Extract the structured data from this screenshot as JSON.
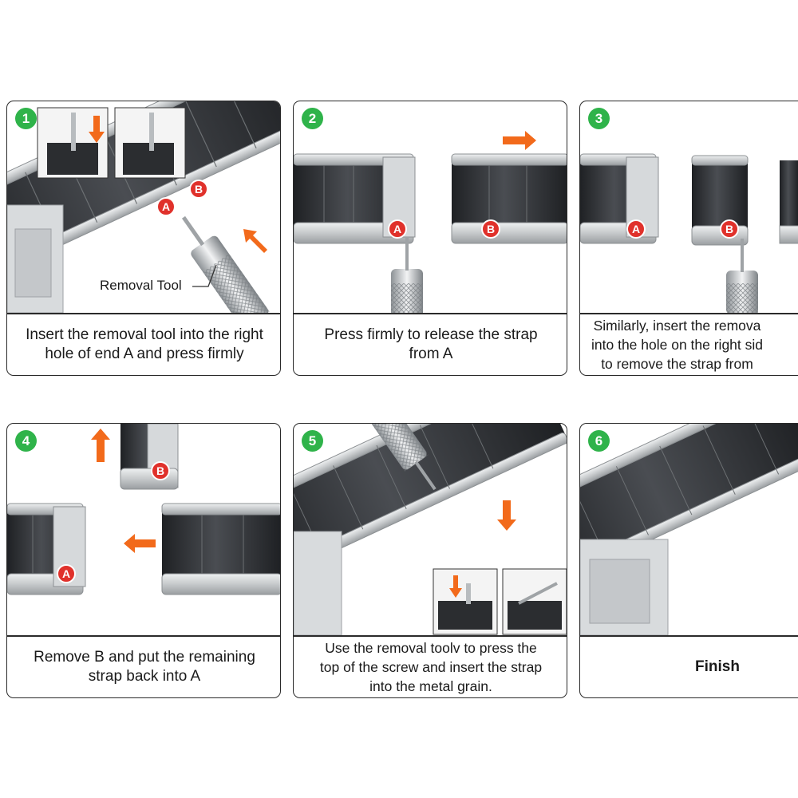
{
  "steps": [
    {
      "number": "1",
      "caption_line1": "Insert the removal tool into the right",
      "caption_line2": "hole of end A and press firmly",
      "tool_label": "Removal Tool",
      "markers": [
        "A",
        "B"
      ]
    },
    {
      "number": "2",
      "caption_line1": "Press firmly to release the strap",
      "caption_line2": "from A",
      "markers": [
        "A",
        "B"
      ]
    },
    {
      "number": "3",
      "caption_line1": "Similarly, insert the remova",
      "caption_line2": "into the hole on the right sid",
      "caption_line3": "to remove the strap from",
      "markers": [
        "A",
        "B"
      ]
    },
    {
      "number": "4",
      "caption_line1": "Remove B and put the remaining",
      "caption_line2": "strap back into A",
      "markers": [
        "B",
        "A"
      ]
    },
    {
      "number": "5",
      "caption_line1": "Use the removal toolv to press the",
      "caption_line2": "top of the screw and insert the strap",
      "caption_line3": "into the metal grain."
    },
    {
      "number": "6",
      "caption_line1": "Finish"
    }
  ],
  "colors": {
    "step_badge": "#2fb34a",
    "marker": "#e0312b",
    "arrow": "#f26a1b",
    "dark_link": "#2e3034",
    "silver": "#c9ccce"
  },
  "icons": {
    "step_badge": "green-number-circle",
    "marker": "red-letter-circle",
    "direction": "orange-arrow"
  }
}
